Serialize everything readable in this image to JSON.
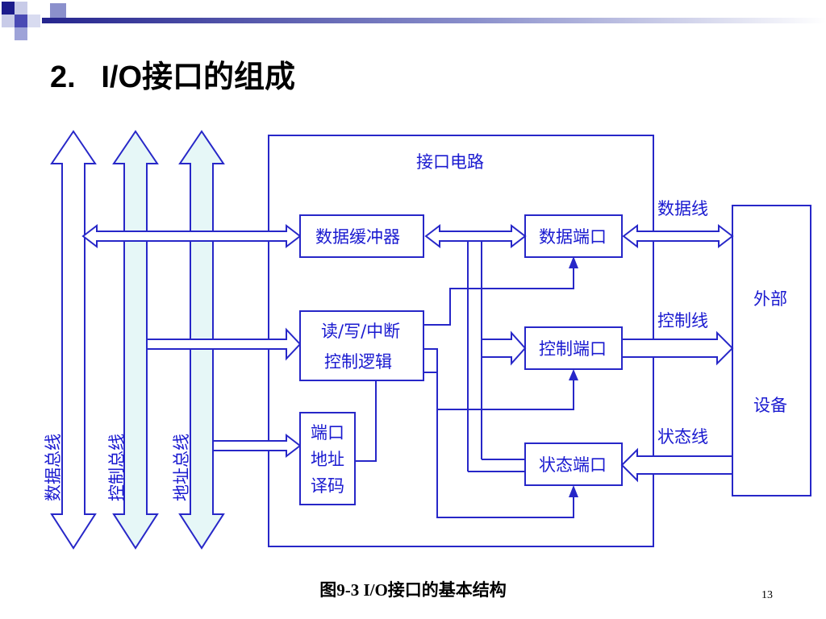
{
  "slide": {
    "title": "2.   I/O接口的组成",
    "caption": "图9-3 I/O接口的基本结构",
    "page_number": "13"
  },
  "diagram": {
    "circuit_label": "接口电路",
    "buses": {
      "data": "数据总线",
      "control": "控制总线",
      "address": "地址总线"
    },
    "blocks": {
      "data_buffer": "数据缓冲器",
      "rw_logic_line1": "读/写/中断",
      "rw_logic_line2": "控制逻辑",
      "addr_decode_line1": "端口",
      "addr_decode_line2": "地址",
      "addr_decode_line3": "译码",
      "data_port": "数据端口",
      "control_port": "控制端口",
      "status_port": "状态端口"
    },
    "lines": {
      "data": "数据线",
      "control": "控制线",
      "status": "状态线"
    },
    "device_line1": "外部",
    "device_line2": "设备"
  },
  "colors": {
    "line": "#2727c8",
    "text": "#1a1ad0",
    "bus_fill_light": "#e6f7f7"
  }
}
